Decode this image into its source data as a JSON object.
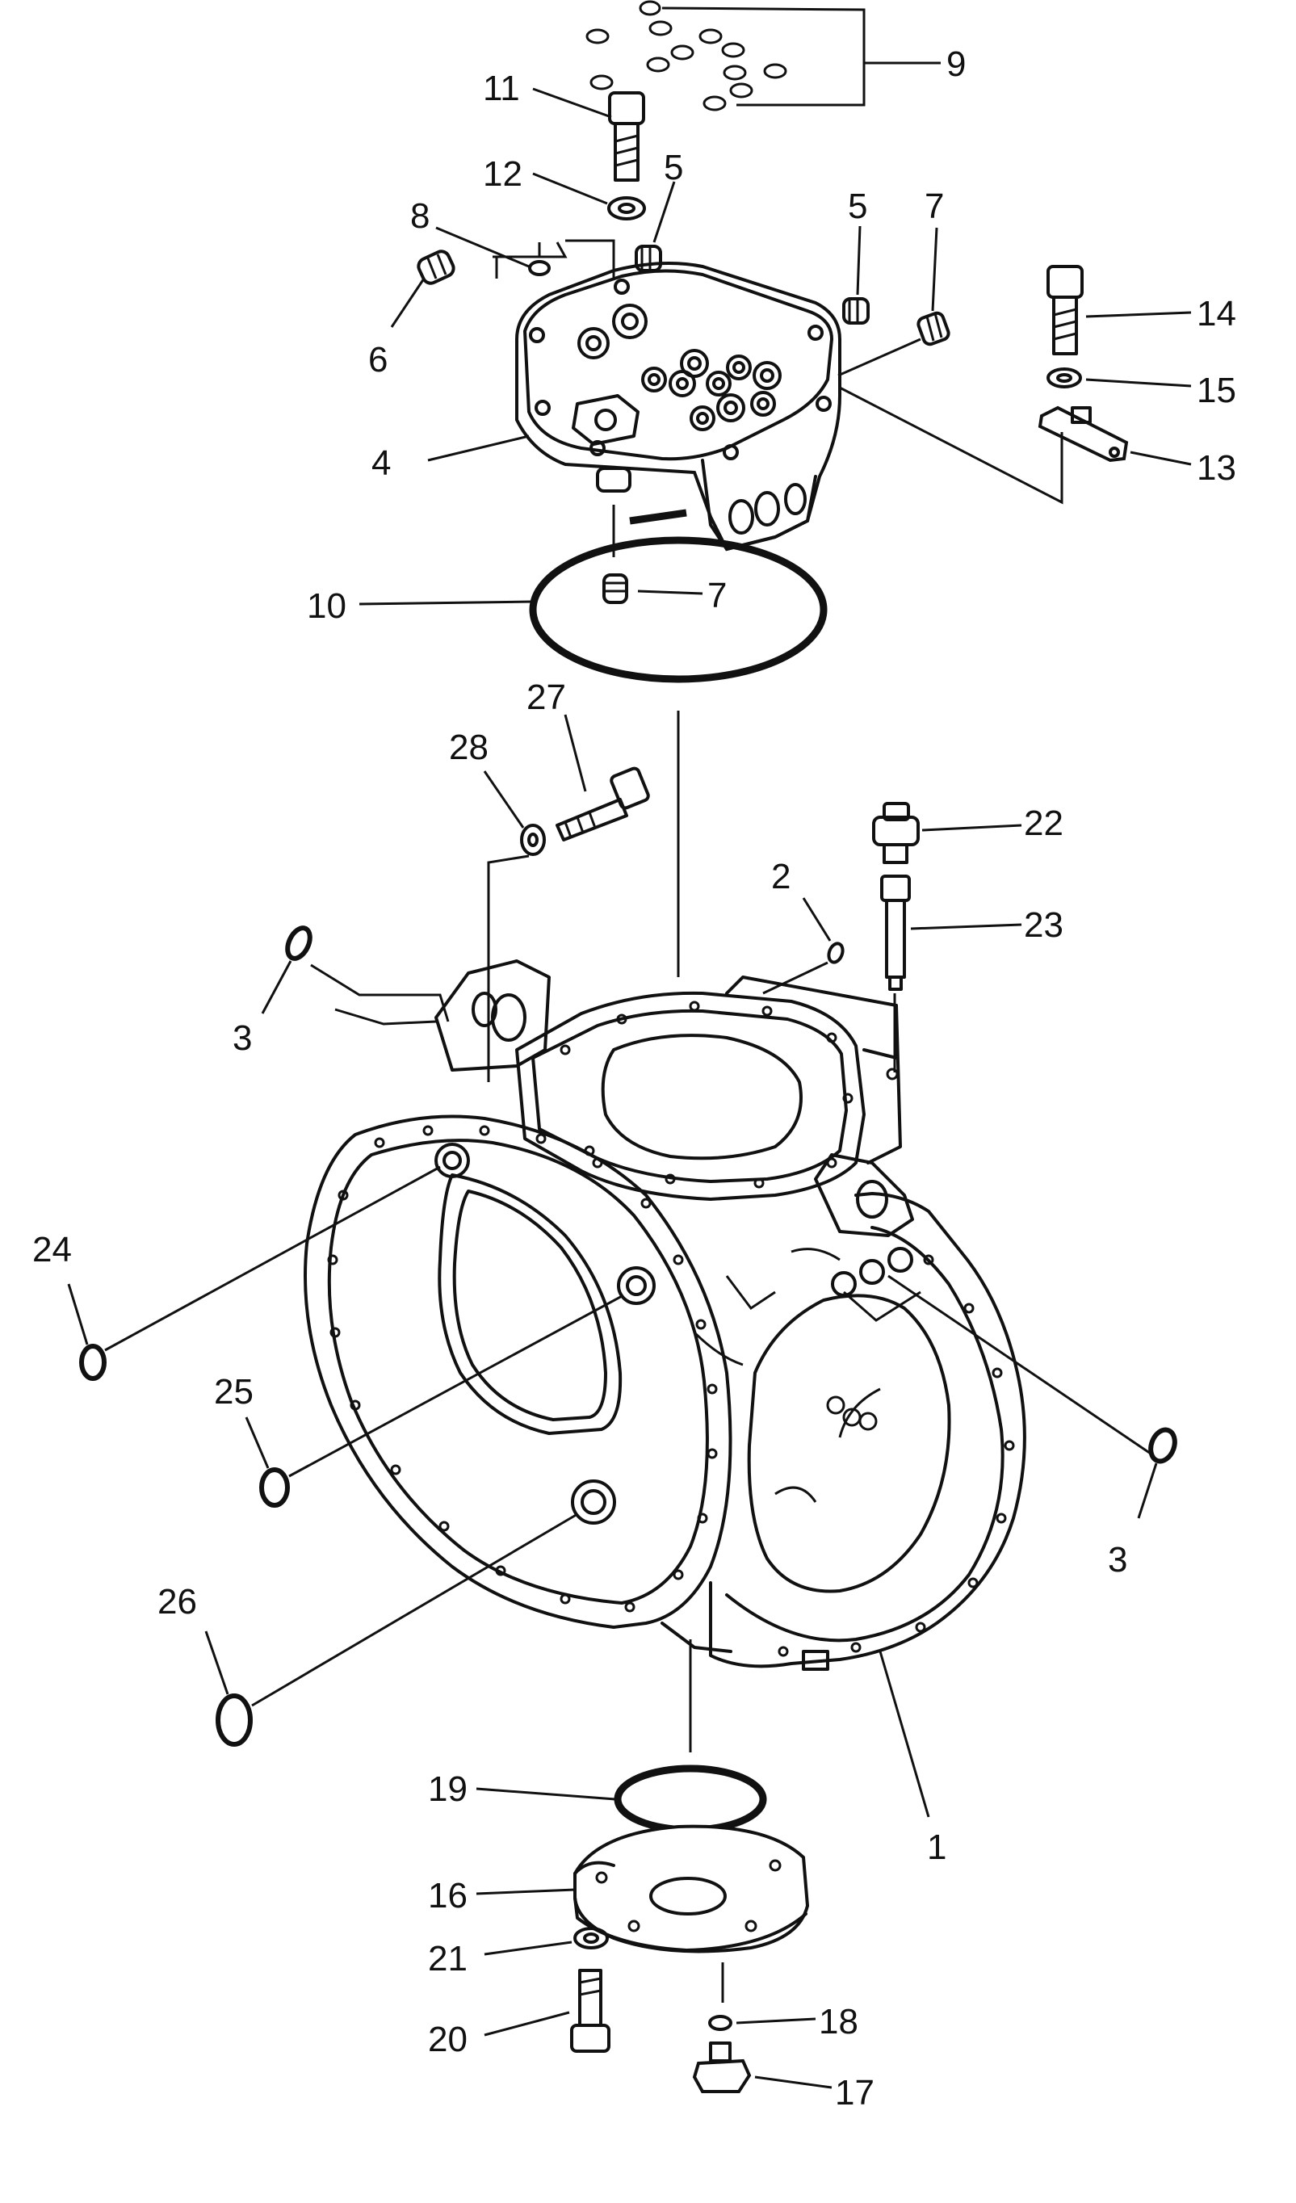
{
  "diagram": {
    "labels": {
      "l1": "1",
      "l2": "2",
      "l3a": "3",
      "l3b": "3",
      "l4": "4",
      "l5a": "5",
      "l5b": "5",
      "l6": "6",
      "l7a": "7",
      "l7b": "7",
      "l8": "8",
      "l9": "9",
      "l10": "10",
      "l11": "11",
      "l12": "12",
      "l13": "13",
      "l14": "14",
      "l15": "15",
      "l16": "16",
      "l17": "17",
      "l18": "18",
      "l19": "19",
      "l20": "20",
      "l21": "21",
      "l22": "22",
      "l23": "23",
      "l24": "24",
      "l25": "25",
      "l26": "26",
      "l27": "27",
      "l28": "28"
    }
  }
}
